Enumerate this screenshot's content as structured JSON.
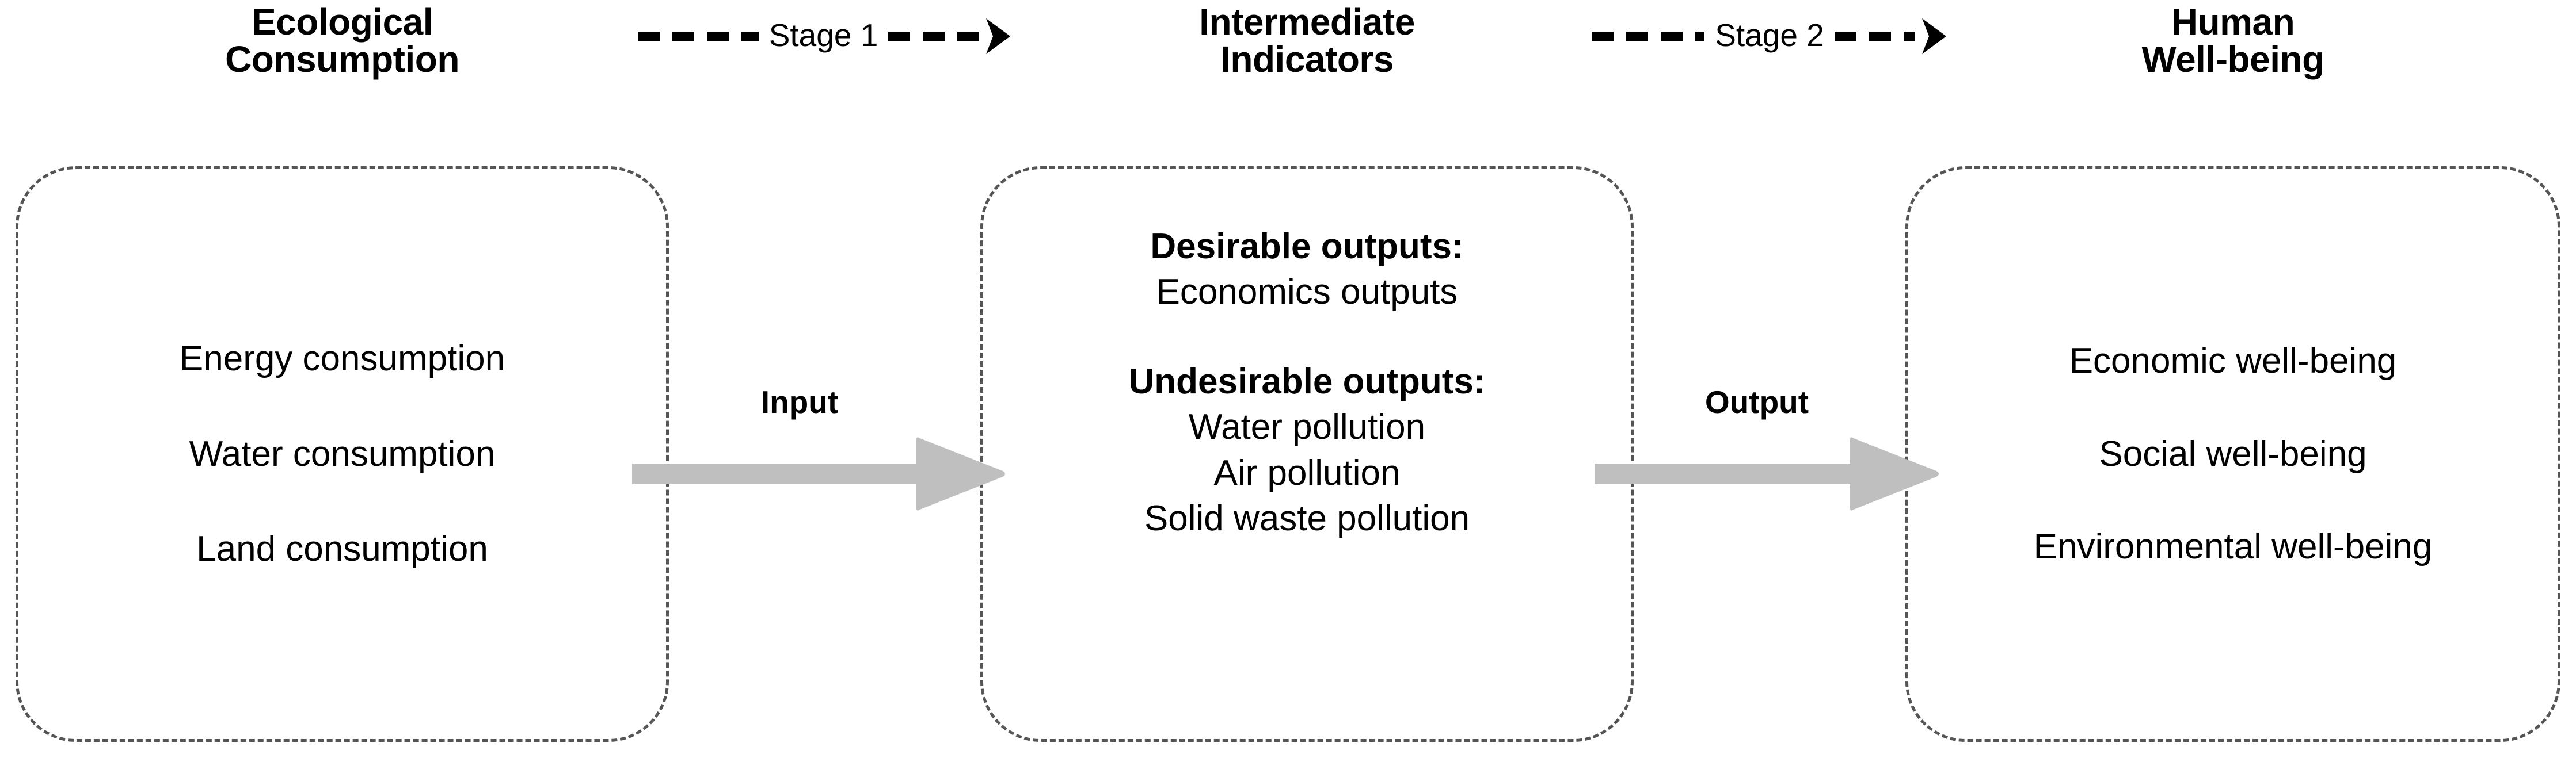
{
  "headers": {
    "left": "Ecological\nConsumption",
    "middle": "Intermediate\nIndicators",
    "right": "Human\nWell-being"
  },
  "stages": [
    {
      "label": "Stage 1",
      "from": "Ecological Consumption",
      "to": "Intermediate Indicators"
    },
    {
      "label": "Stage 2",
      "from": "Intermediate Indicators",
      "to": "Human Well-being"
    }
  ],
  "flows": [
    {
      "label": "Input",
      "color": "#bfbfbf"
    },
    {
      "label": "Output",
      "color": "#bfbfbf"
    }
  ],
  "boxes": {
    "left": {
      "items": [
        "Energy consumption",
        "Water consumption",
        "Land consumption"
      ]
    },
    "middle": {
      "groups": [
        {
          "heading": "Desirable outputs:",
          "items": [
            "Economics outputs"
          ]
        },
        {
          "heading": "Undesirable outputs:",
          "items": [
            "Water pollution",
            "Air pollution",
            "Solid waste pollution"
          ]
        }
      ]
    },
    "right": {
      "items": [
        "Economic well-being",
        "Social well-being",
        "Environmental well-being"
      ]
    }
  },
  "colors": {
    "text": "#000000",
    "box_border": "#555555",
    "flow_arrow": "#bfbfbf",
    "background": "#ffffff"
  }
}
